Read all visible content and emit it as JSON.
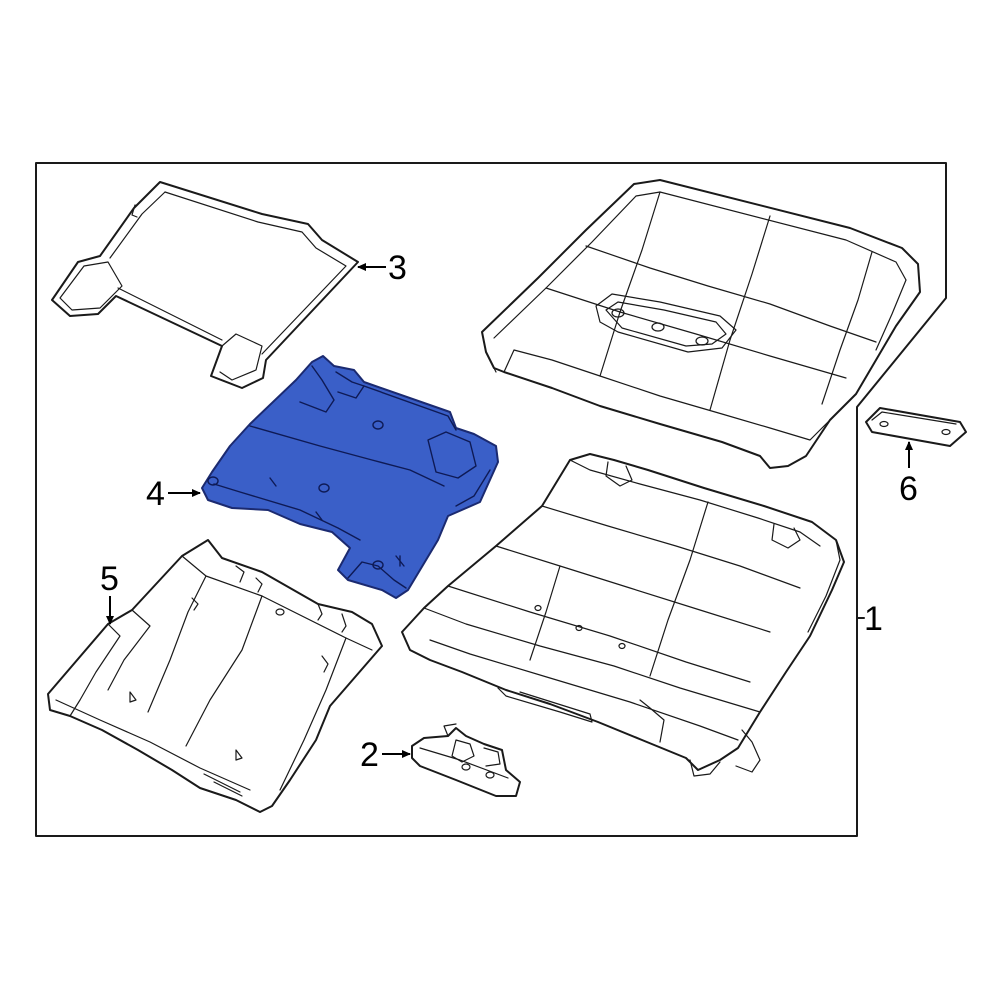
{
  "diagram": {
    "colors": {
      "highlight": "#3a5fc8",
      "line": "#1a1a1a",
      "background": "#ffffff"
    },
    "callouts": [
      {
        "id": "1",
        "label": "1"
      },
      {
        "id": "2",
        "label": "2"
      },
      {
        "id": "3",
        "label": "3"
      },
      {
        "id": "4",
        "label": "4"
      },
      {
        "id": "5",
        "label": "5"
      },
      {
        "id": "6",
        "label": "6"
      }
    ],
    "highlighted_part": "4"
  }
}
